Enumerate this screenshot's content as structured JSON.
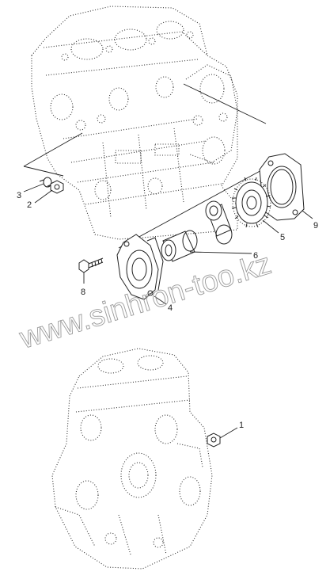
{
  "watermark": "www.sinhron-too.kz",
  "callouts": {
    "c1": "1",
    "c2": "2",
    "c3": "3",
    "c4": "4",
    "c5": "5",
    "c6": "6",
    "c8": "8",
    "c9": "9"
  }
}
